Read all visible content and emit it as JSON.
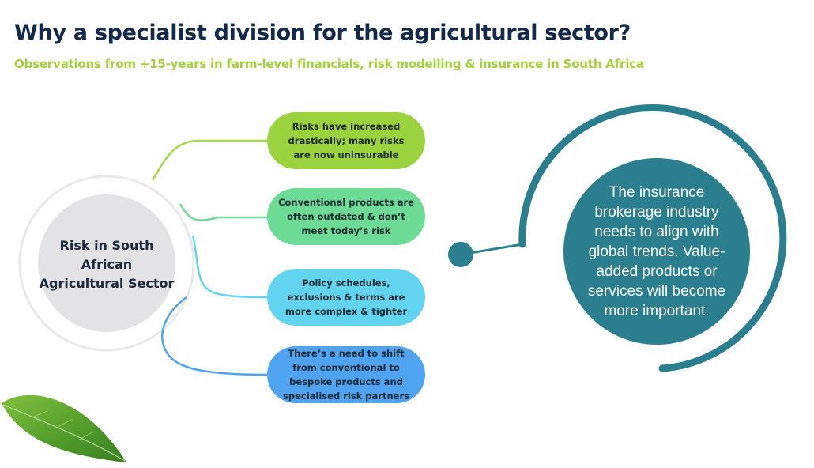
{
  "header": {
    "title": "Why a specialist division for the agricultural sector?",
    "subtitle": "Observations from +15-years in farm-level financials, risk modelling & insurance in South Africa"
  },
  "diagram": {
    "center_label": "Risk in South African Agricultural Sector",
    "branches": [
      {
        "text": "Risks have increased drastically; many risks are now uninsurable",
        "color": "#9bd33f"
      },
      {
        "text": "Conventional products are often outdated & don’t meet today’s risk",
        "color": "#6ddb96"
      },
      {
        "text": "Policy schedules, exclusions & terms are more complex & tighter",
        "color": "#63d4ef"
      },
      {
        "text": "There’s a need to shift from conventional to bespoke products and specialised risk partners",
        "color": "#4fa3f0"
      }
    ],
    "conclusion": "The insurance brokerage industry needs to align with global trends. Value-added products or services will become more important.",
    "accent_color": "#2b7e8e",
    "decoration": "leaf-image"
  }
}
